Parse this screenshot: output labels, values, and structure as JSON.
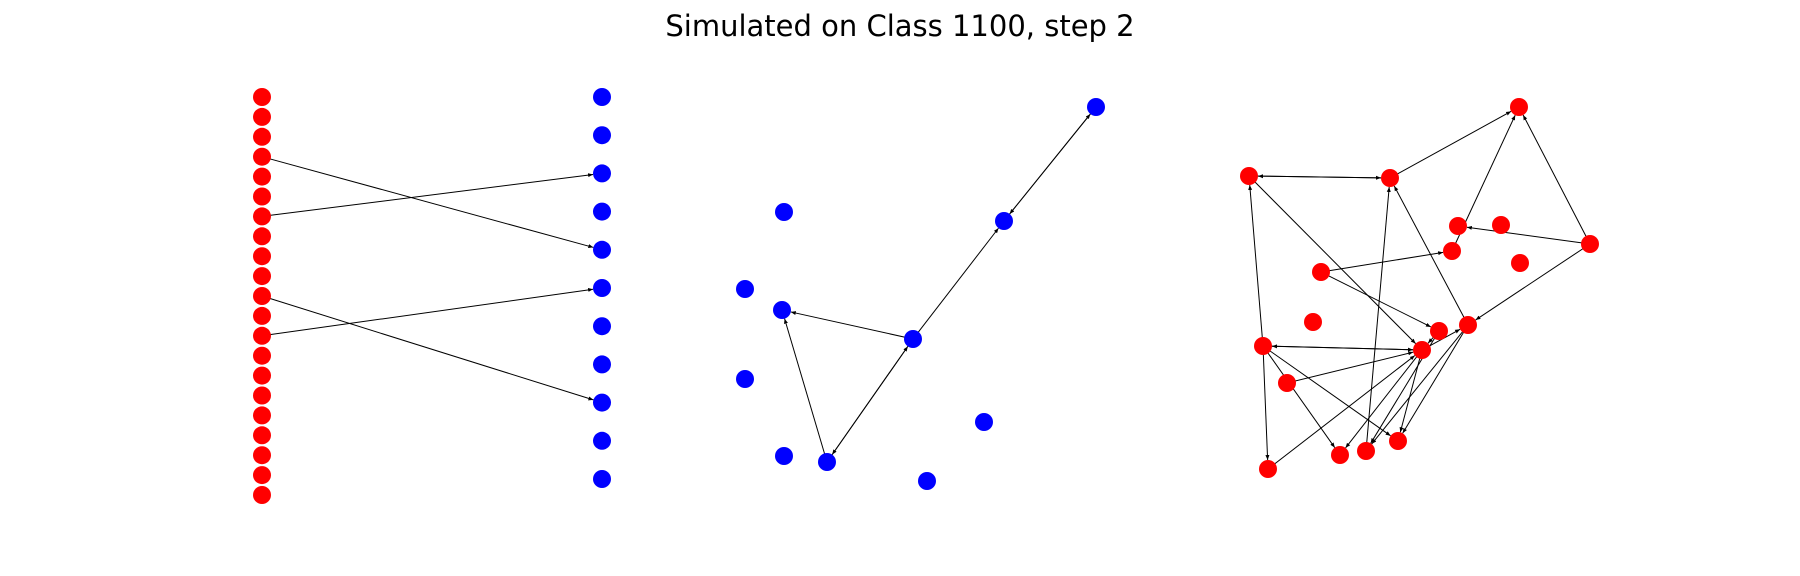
{
  "title": "Simulated on Class 1100, step 2",
  "colors": {
    "left": "#ff0000",
    "middle": "#0000ff",
    "right": "#ff0000",
    "edge": "#000000"
  },
  "panels": [
    {
      "name": "bipartite-graph",
      "color": "#ff0000",
      "color2": "#0000ff"
    },
    {
      "name": "middle-graph",
      "color": "#0000ff"
    },
    {
      "name": "right-graph",
      "color": "#ff0000"
    }
  ]
}
